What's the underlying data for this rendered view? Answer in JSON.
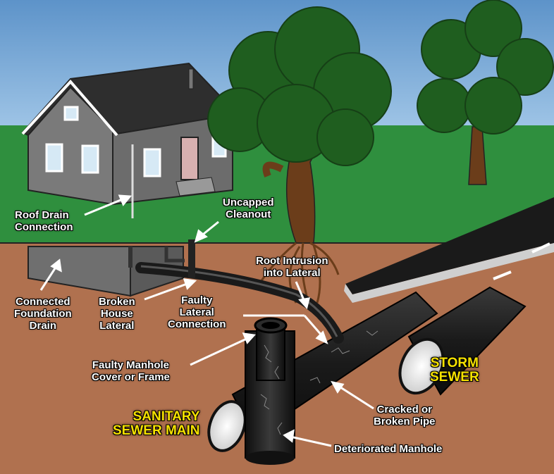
{
  "labels": {
    "roof_drain": [
      "Roof Drain",
      "Connection"
    ],
    "uncapped_cleanout": [
      "Uncapped",
      "Cleanout"
    ],
    "root_intrusion": [
      "Root Intrusion",
      "into Lateral"
    ],
    "foundation_drain": [
      "Connected",
      "Foundation",
      "Drain"
    ],
    "broken_lateral": [
      "Broken",
      "House",
      "Lateral"
    ],
    "faulty_lateral": [
      "Faulty",
      "Lateral",
      "Connection"
    ],
    "faulty_manhole": [
      "Faulty Manhole",
      "Cover or Frame"
    ],
    "cracked_pipe": [
      "Cracked or",
      "Broken Pipe"
    ],
    "deteriorated_manhole": "Deteriorated Manhole",
    "sanitary_main": [
      "SANITARY",
      "SEWER MAIN"
    ],
    "storm_sewer": [
      "STORM",
      "SEWER"
    ]
  },
  "colors": {
    "sky": "#6b9ecf",
    "grass": "#2f8f3e",
    "soil": "#b0714f",
    "label_text": "#ffffff",
    "highlight_text": "#f5e100",
    "pipe": "#1f1f1f",
    "house": "#7a7a7a",
    "road": "#1a1a1a"
  }
}
